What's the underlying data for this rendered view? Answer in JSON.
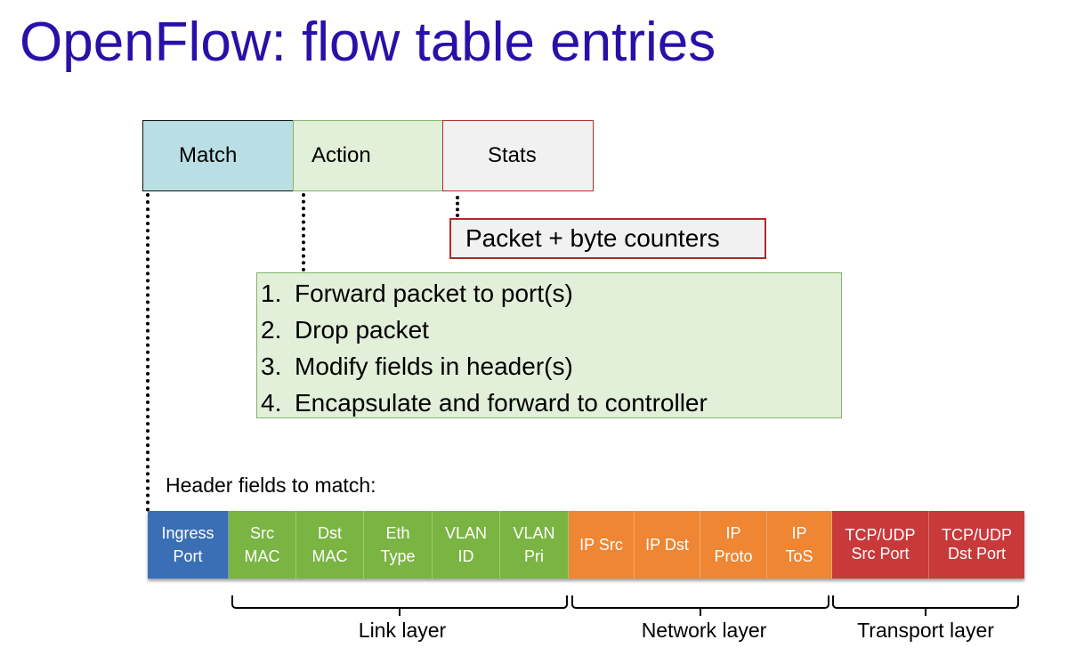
{
  "title": "OpenFlow: flow table entries",
  "flow_entry": {
    "match": "Match",
    "action": "Action",
    "stats": "Stats"
  },
  "stats_detail": "Packet + byte counters",
  "actions": [
    {
      "num": "1.",
      "text": "Forward packet to port(s)"
    },
    {
      "num": "2.",
      "text": "Drop packet"
    },
    {
      "num": "3.",
      "text": "Modify fields in header(s)"
    },
    {
      "num": "4.",
      "text": "Encapsulate and forward to controller"
    }
  ],
  "header_fields_label": "Header fields to match:",
  "header_fields": [
    {
      "line1": "Ingress",
      "line2": "Port",
      "color": "#3a6fb5"
    },
    {
      "line1": "Src",
      "line2": "MAC",
      "color": "#7ab442"
    },
    {
      "line1": "Dst",
      "line2": "MAC",
      "color": "#7ab442"
    },
    {
      "line1": "Eth",
      "line2": "Type",
      "color": "#7ab442"
    },
    {
      "line1": "VLAN",
      "line2": "ID",
      "color": "#7ab442"
    },
    {
      "line1": "VLAN",
      "line2": "Pri",
      "color": "#7ab442"
    },
    {
      "line1": "IP Src",
      "line2": "",
      "color": "#ee8633"
    },
    {
      "line1": "IP Dst",
      "line2": "",
      "color": "#ee8633"
    },
    {
      "line1": "IP",
      "line2": "Proto",
      "color": "#ee8633"
    },
    {
      "line1": "IP",
      "line2": "ToS",
      "color": "#ee8633"
    },
    {
      "line1": "TCP/UDP",
      "line2": "Src Port",
      "color": "#c83a3a"
    },
    {
      "line1": "TCP/UDP",
      "line2": "Dst Port",
      "color": "#c83a3a"
    }
  ],
  "layers": {
    "link": "Link layer",
    "network": "Network layer",
    "transport": "Transport layer"
  },
  "colors": {
    "title": "#2a10a8",
    "match_fill": "#b9dfe4",
    "action_fill": "#e2efd9",
    "stats_border": "#b02a2a"
  }
}
